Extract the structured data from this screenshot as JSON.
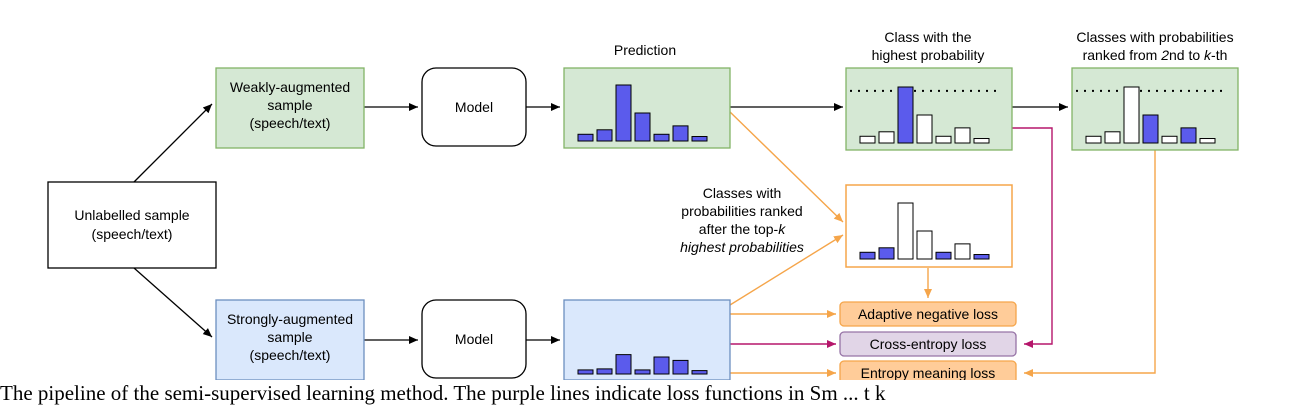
{
  "nodes": {
    "unlabelled": [
      "Unlabelled sample",
      "(speech/text)"
    ],
    "weak": [
      "Weakly-augmented",
      "sample",
      "(speech/text)"
    ],
    "strong": [
      "Strongly-augmented",
      "sample",
      "(speech/text)"
    ],
    "model_top": "Model",
    "model_bottom": "Model"
  },
  "labels": {
    "prediction": "Prediction",
    "highest": [
      "Class with the",
      "highest probability"
    ],
    "ranked": [
      "Classes with probabilities",
      "ranked from 2nd to k-th"
    ],
    "after_topk": [
      "Classes with",
      "probabilities ranked",
      "after the top-k",
      "highest probabilities"
    ]
  },
  "losses": {
    "adaptive": "Adaptive negative loss",
    "cross_entropy": "Cross-entropy loss",
    "entropy_meaning": "Entropy meaning loss"
  },
  "histograms": {
    "weak_prediction": [
      0.12,
      0.2,
      1.0,
      0.5,
      0.12,
      0.27,
      0.08
    ],
    "highest_class": {
      "values": [
        0.12,
        0.2,
        1.0,
        0.5,
        0.12,
        0.27,
        0.08
      ],
      "filled": [
        2
      ],
      "threshold_line": true
    },
    "ranked_2_to_k": {
      "values": [
        0.12,
        0.2,
        1.0,
        0.5,
        0.12,
        0.27,
        0.08
      ],
      "filled": [
        3,
        5
      ],
      "threshold_line": true
    },
    "after_topk": {
      "values": [
        0.12,
        0.2,
        1.0,
        0.5,
        0.12,
        0.27,
        0.08
      ],
      "filled": [
        0,
        1,
        4,
        6
      ]
    },
    "strong_prediction": [
      0.12,
      0.15,
      0.57,
      0.12,
      0.5,
      0.4,
      0.1
    ]
  },
  "colors": {
    "green_fill": "#d5e8d4",
    "green_stroke": "#82b366",
    "blue_fill": "#dae8fc",
    "blue_stroke": "#6c8ebf",
    "bar_fill": "#5b5bec",
    "orange": "#f5a54a",
    "orange_fill": "#ffcc99",
    "purple": "#b5166b",
    "purple_fill": "#e1d5e7",
    "purple_stroke": "#9673a6"
  },
  "caption": "The pipeline of the semi-supervised learning method. The purple lines indicate loss functions in Sm ... t k"
}
